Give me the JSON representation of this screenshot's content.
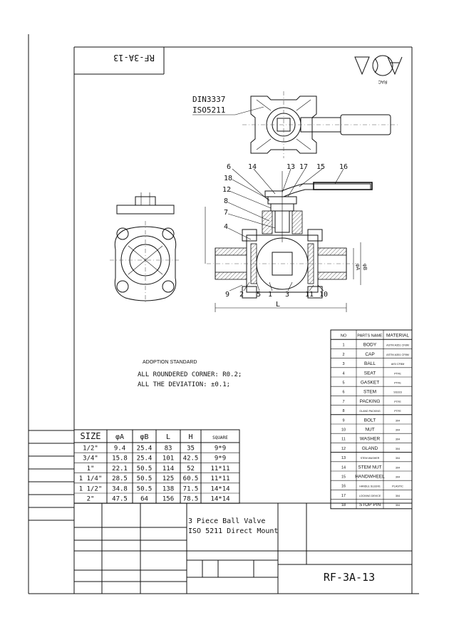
{
  "title_block_code_top": "RF-3A-13",
  "drawing_number": "RF-3A-13",
  "logo_text": "RAC",
  "standard_labels": {
    "din": "DIN3337",
    "iso": "ISO5211"
  },
  "part_number_callouts": [
    "6",
    "14",
    "13",
    "17",
    "15",
    "16",
    "18",
    "12",
    "8",
    "7",
    "4",
    "9",
    "2",
    "5",
    "1",
    "3",
    "11",
    "10"
  ],
  "dimension_labels": {
    "length": "L",
    "phi_a": "φA",
    "phi_b": "φB"
  },
  "adoption": {
    "heading": "ADOPTION STANDARD",
    "corner_note": "ALL ROUNDERED CORNER: R0.2;",
    "deviation_note": "ALL THE DEVIATION: ±0.1;"
  },
  "parts_table": {
    "headers": [
      "NO",
      "PARTS NAME",
      "MATERIAL"
    ],
    "rows": [
      [
        "1",
        "BODY",
        "ASTM A351 CF8M"
      ],
      [
        "2",
        "CAP",
        "ASTM A351 CF8M"
      ],
      [
        "3",
        "BALL",
        "AISI CF8M"
      ],
      [
        "4",
        "SEAT",
        "PTFE"
      ],
      [
        "5",
        "GASKET",
        "PTFE"
      ],
      [
        "6",
        "STEM",
        "SS316"
      ],
      [
        "7",
        "PACKING",
        "PTFE"
      ],
      [
        "8",
        "GLAND PACKING",
        "PTFE"
      ],
      [
        "9",
        "BOLT",
        "304"
      ],
      [
        "10",
        "NUT",
        "304"
      ],
      [
        "11",
        "WASHER",
        "304"
      ],
      [
        "12",
        "GLAND",
        "304"
      ],
      [
        "13",
        "STEM WASHER",
        "304"
      ],
      [
        "14",
        "STEM NUT",
        "304"
      ],
      [
        "15",
        "HANDWHEEL",
        "304"
      ],
      [
        "16",
        "HANDLE SLEEVE",
        "PLASTIC"
      ],
      [
        "17",
        "LOCKING DEVICE",
        "304"
      ],
      [
        "18",
        "STOP PIN",
        "304"
      ]
    ]
  },
  "size_table": {
    "headers": [
      "SIZE",
      "φA",
      "φB",
      "L",
      "H",
      "SQUARE"
    ],
    "rows": [
      [
        "1/2\"",
        "9.4",
        "25.4",
        "83",
        "35",
        "9*9"
      ],
      [
        "3/4\"",
        "15.8",
        "25.4",
        "101",
        "42.5",
        "9*9"
      ],
      [
        "1\"",
        "22.1",
        "50.5",
        "114",
        "52",
        "11*11"
      ],
      [
        "1 1/4\"",
        "28.5",
        "50.5",
        "125",
        "60.5",
        "11*11"
      ],
      [
        "1 1/2\"",
        "34.8",
        "50.5",
        "138",
        "71.5",
        "14*14"
      ],
      [
        "2\"",
        "47.5",
        "64",
        "156",
        "78.5",
        "14*14"
      ]
    ]
  },
  "product_title": {
    "line1": "3 Piece Ball Valve",
    "line2": "ISO 5211 Direct Mount"
  }
}
